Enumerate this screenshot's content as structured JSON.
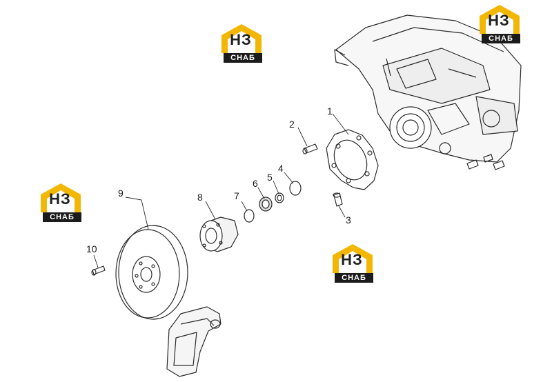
{
  "callouts": [
    {
      "id": "1",
      "label": "1"
    },
    {
      "id": "2",
      "label": "2"
    },
    {
      "id": "3",
      "label": "3"
    },
    {
      "id": "4",
      "label": "4"
    },
    {
      "id": "5",
      "label": "5"
    },
    {
      "id": "6",
      "label": "6"
    },
    {
      "id": "7",
      "label": "7"
    },
    {
      "id": "8",
      "label": "8"
    },
    {
      "id": "9",
      "label": "9"
    },
    {
      "id": "10",
      "label": "10"
    }
  ],
  "watermark": {
    "letters": "НЗ",
    "band_text": "СНАБ",
    "accent_color": "#f2b705",
    "band_color": "#1b1b1b"
  }
}
